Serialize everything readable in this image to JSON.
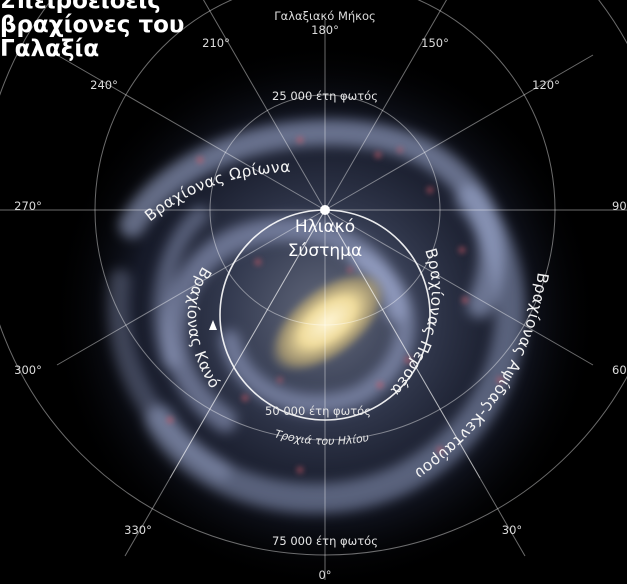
{
  "title": {
    "line1": "Σπειροειδείς βραχίονες του",
    "line2": "Γαλαξία"
  },
  "longitude_axis_label": "Γαλαξιακό Μήκος",
  "longitude_ticks": [
    "180°",
    "150°",
    "120°",
    "90°",
    "60°",
    "30°",
    "0°",
    "330°",
    "300°",
    "270°",
    "240°",
    "210°"
  ],
  "distance_labels": [
    "25 000 έτη φωτός",
    "50 000 έτη φωτός",
    "75 000 έτη φωτός"
  ],
  "sun": {
    "line1": "Ηλιακό",
    "line2": "Σύστημα"
  },
  "sun_track_label": "Τροχιά του Ηλίου",
  "arms": {
    "orion": "Βραχίονας Ωρίωνα",
    "perseus": "Βραχίονας Περσέα",
    "norma": "Βραχίονας Κανόνα",
    "sagittarius_centaurus": "Βραχίονας Αψίδας-Κενταύρου"
  },
  "colors": {
    "background": "#000000",
    "galaxy_glow": "#6f7fae",
    "bulge": "#f1e0a8",
    "nebula": "#d45a68",
    "grid": "#ffffff"
  }
}
